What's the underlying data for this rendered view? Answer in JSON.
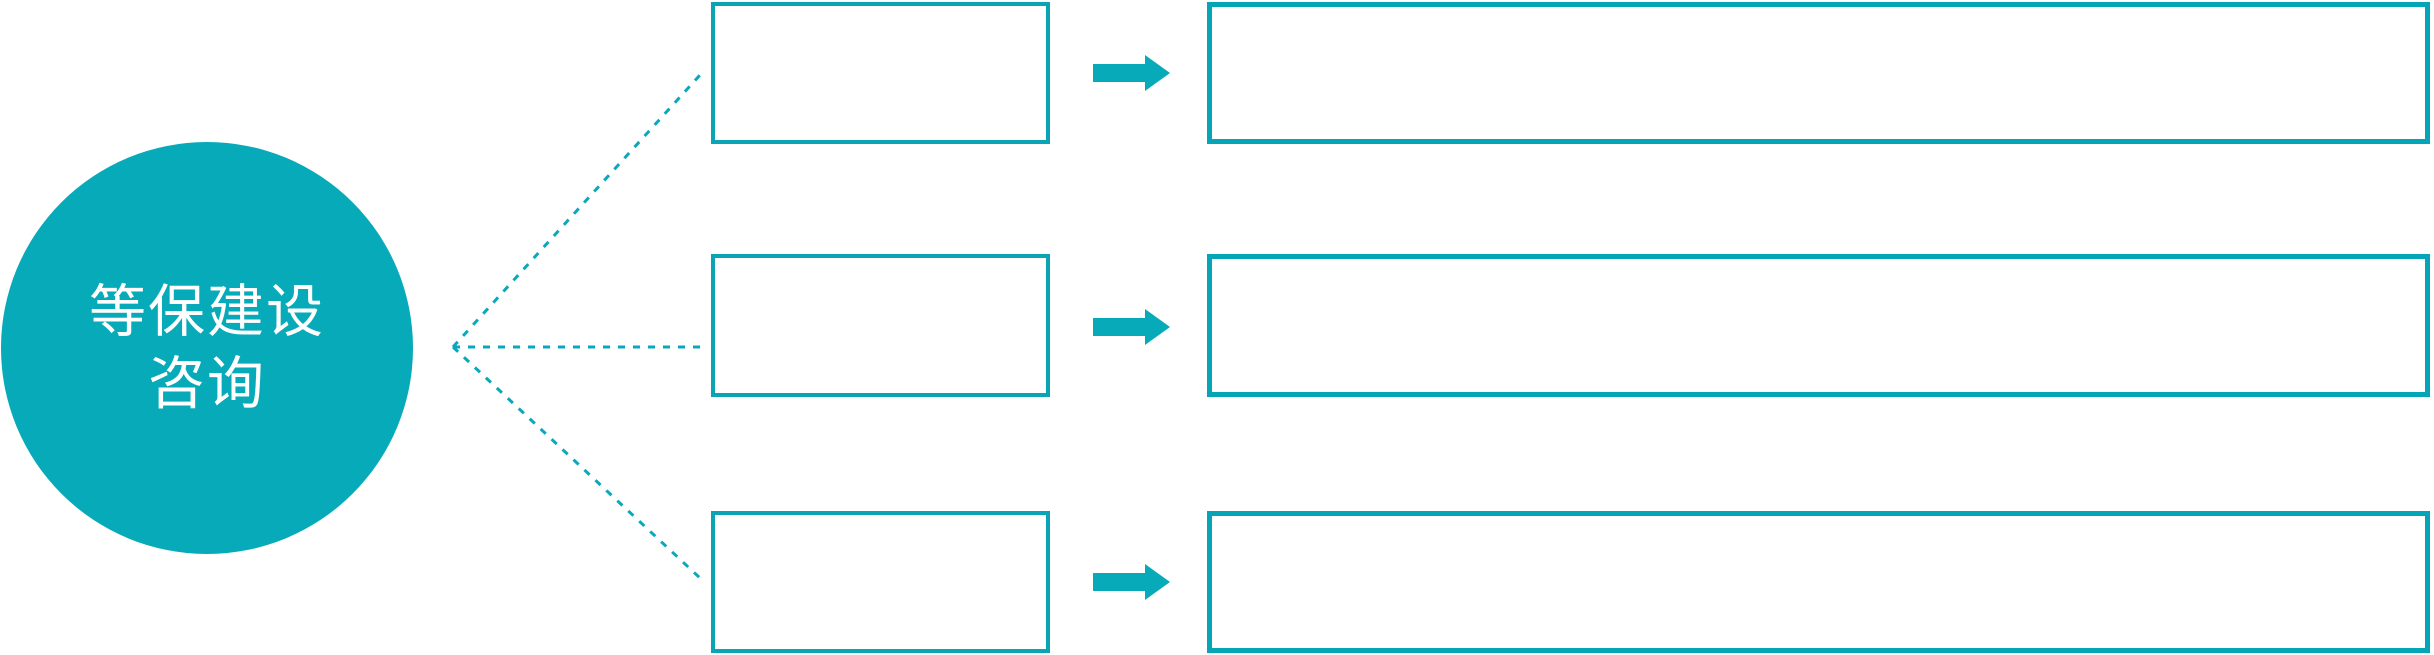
{
  "diagram": {
    "accent_color": "#06aab9",
    "box_border_color": "#0aa4b4",
    "circle": {
      "label_line1": "等保建设",
      "label_line2": "咨询",
      "text_color": "#ffffff"
    },
    "rows": [
      {
        "small_box_text": "",
        "large_box_text": ""
      },
      {
        "small_box_text": "",
        "large_box_text": ""
      },
      {
        "small_box_text": "",
        "large_box_text": ""
      }
    ],
    "icons": {
      "arrow": "right-block-arrow",
      "connector": "dotted-line"
    }
  }
}
